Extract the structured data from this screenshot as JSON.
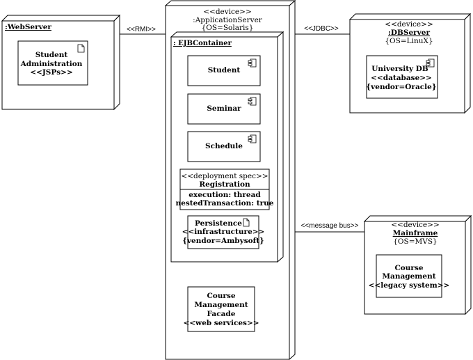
{
  "nodes": {
    "webserver": {
      "name": ":WebServer",
      "artifact": {
        "line1": "Student",
        "line2": "Administration",
        "stereotype": "<<JSPs>>"
      }
    },
    "appserver": {
      "stereotype": "<<device>>",
      "name": ":ApplicationServer",
      "constraint": "{OS=Solaris}",
      "container": {
        "name": ": EJBContainer",
        "components": [
          "Student",
          "Seminar",
          "Schedule"
        ],
        "deployment_spec": {
          "stereotype": "<<deployment spec>>",
          "name": "Registration",
          "prop1": "execution: thread",
          "prop2": "nestedTransaction: true"
        },
        "persistence": {
          "name": "Persistence",
          "stereotype": "<<infrastructure>>",
          "constraint": "{vendor=Ambysoft}"
        }
      },
      "facade": {
        "line1": "Course",
        "line2": "Management",
        "line3": "Facade",
        "stereotype": "<<web services>>"
      }
    },
    "dbserver": {
      "stereotype": "<<device>>",
      "name": ":DBServer",
      "constraint": "{OS=LinuX}",
      "db": {
        "name": "University DB",
        "stereotype": "<<database>>",
        "constraint": "{vendor=Oracle}"
      }
    },
    "mainframe": {
      "stereotype": "<<device>>",
      "name": "Mainframe",
      "constraint": "{OS=MVS}",
      "system": {
        "line1": "Course",
        "line2": "Management",
        "stereotype": "<<legacy system>>"
      }
    }
  },
  "connections": {
    "rmi": "<<RMI>>",
    "jdbc": "<<JDBC>>",
    "message_bus": "<<message bus>>"
  }
}
